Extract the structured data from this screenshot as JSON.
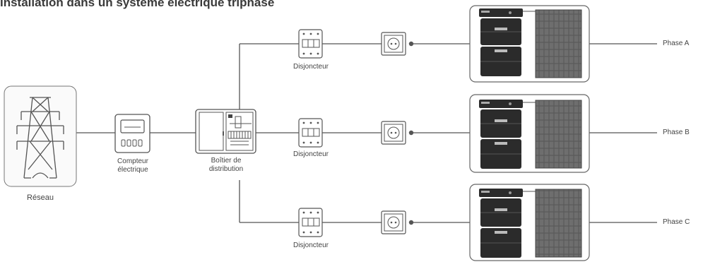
{
  "title": "Installation dans un système électrique triphasé",
  "grid": {
    "label": "Réseau"
  },
  "meter": {
    "label_line1": "Compteur",
    "label_line2": "électrique"
  },
  "distribution_box": {
    "label_line1": "Boîtier de",
    "label_line2": "distribution"
  },
  "branches": [
    {
      "breaker_label": "Disjoncteur",
      "phase_label": "Phase A"
    },
    {
      "breaker_label": "Disjoncteur",
      "phase_label": "Phase B"
    },
    {
      "breaker_label": "Disjoncteur",
      "phase_label": "Phase C"
    }
  ],
  "colors": {
    "line": "#555555",
    "panel": "#4a4a4a",
    "battery": "#2b2b2b",
    "frame": "#666666"
  }
}
